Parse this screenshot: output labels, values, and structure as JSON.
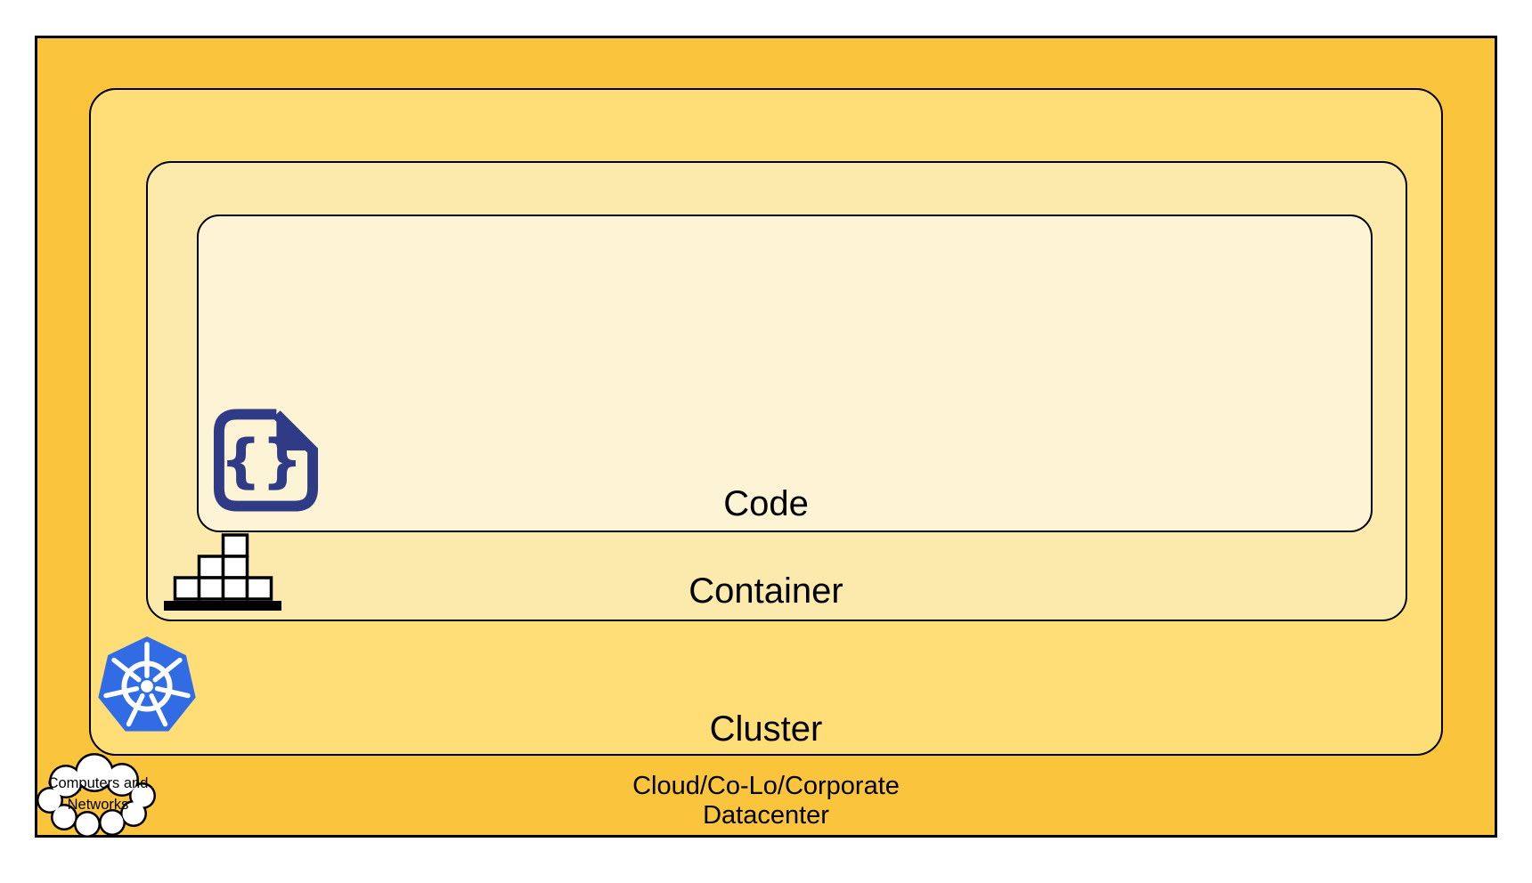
{
  "diagram": {
    "title_implicit": "Nested cloud-native layers",
    "layers": [
      {
        "id": "datacenter",
        "label_line1": "Cloud/Co-Lo/Corporate",
        "label_line2": "Datacenter",
        "fill": "#FAC43D"
      },
      {
        "id": "cluster",
        "label": "Cluster",
        "fill": "#FFDE78"
      },
      {
        "id": "container",
        "label": "Container",
        "fill": "#FCE9AC"
      },
      {
        "id": "code",
        "label": "Code",
        "fill": "#FDF4D6"
      }
    ],
    "cloud_callout": {
      "line1": "Computers and",
      "line2": "Networks",
      "fill": "#FFFFFF",
      "stroke": "#000000"
    },
    "icons": {
      "code_file": {
        "name": "code-file-icon",
        "glyph": "{}",
        "color": "#303B86"
      },
      "container_stack": {
        "name": "container-stack-icon",
        "block_fill": "#FFFFFF",
        "color": "#000000"
      },
      "kubernetes": {
        "name": "kubernetes-icon",
        "color": "#326CE5",
        "wheel_color": "#FFFFFF"
      }
    },
    "text_color": "#000000",
    "border_color": "#000000"
  }
}
